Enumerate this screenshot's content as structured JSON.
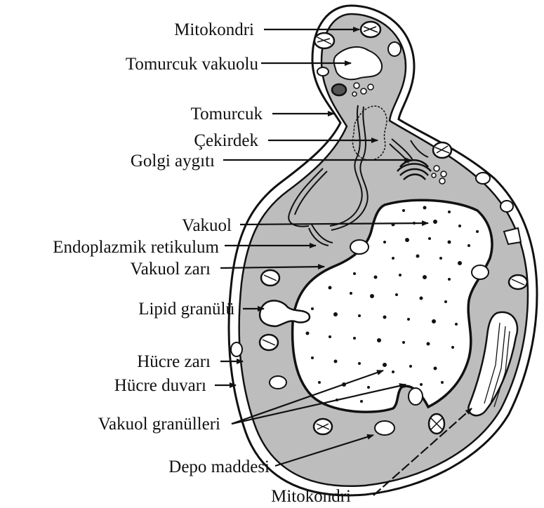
{
  "labels": {
    "mitochondria_top": "Mitokondri",
    "bud_vacuole": "Tomurcuk vakuolu",
    "bud": "Tomurcuk",
    "nucleus": "Çekirdek",
    "golgi": "Golgi aygıtı",
    "vacuole": "Vakuol",
    "er": "Endoplazmik retikulum",
    "vacuole_membrane": "Vakuol zarı",
    "lipid_granule": "Lipid granülü",
    "cell_membrane": "Hücre zarı",
    "cell_wall": "Hücre duvarı",
    "vacuole_granules": "Vakuol granülleri",
    "storage_material": "Depo maddesi",
    "mitochondria_bottom": "Mitokondri"
  },
  "colors": {
    "cytoplasm": "#bdbdbd",
    "ink": "#111111",
    "wall_fill": "#ffffff"
  }
}
